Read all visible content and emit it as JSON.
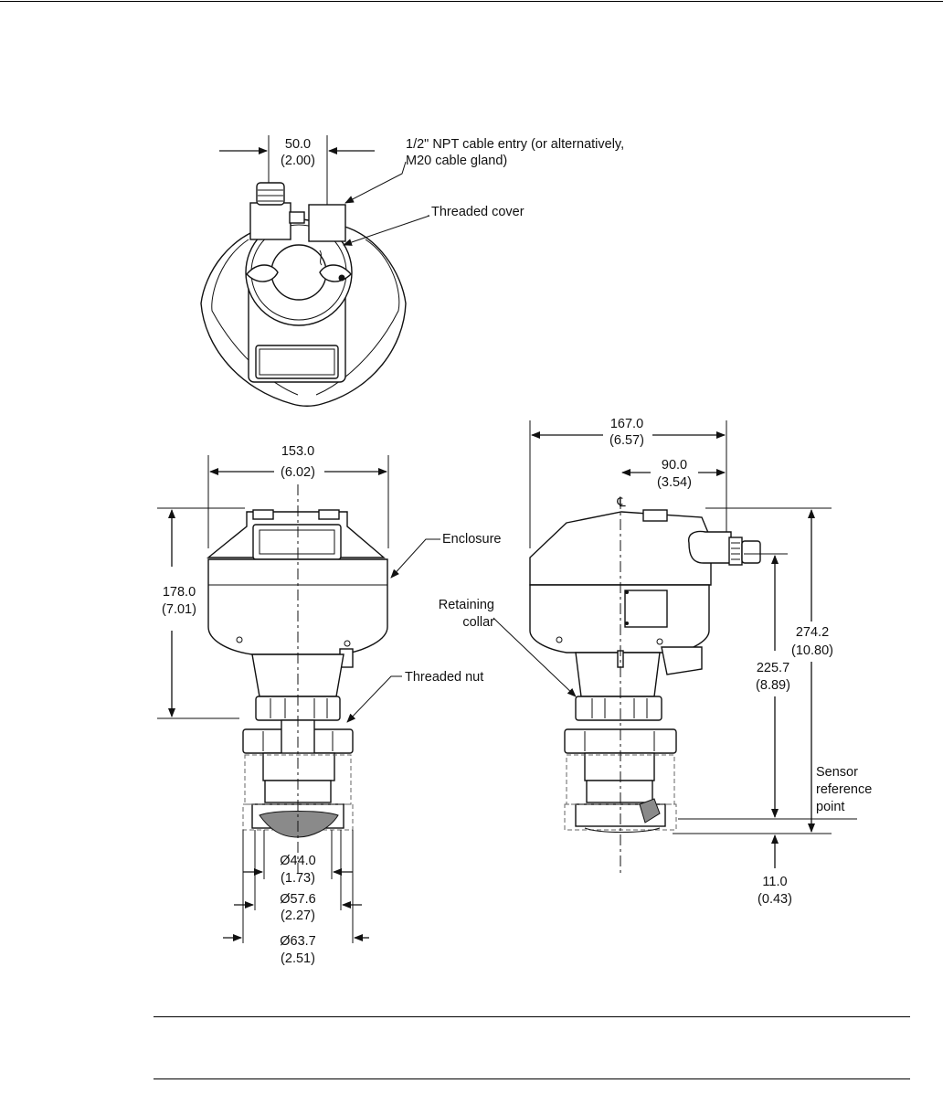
{
  "top_view": {
    "width_dim": "50.0",
    "width_dim_in": "(2.00)",
    "cable_entry_line1": "1/2\" NPT cable entry (or alternatively,",
    "cable_entry_line2": "M20 cable gland)",
    "threaded_cover": "Threaded cover"
  },
  "front_view": {
    "width_dim": "153.0",
    "width_dim_in": "(6.02)",
    "height_dim": "178.0",
    "height_dim_in": "(7.01)",
    "enclosure": "Enclosure",
    "threaded_nut": "Threaded nut",
    "dia1": "Ø44.0",
    "dia1_in": "(1.73)",
    "dia2": "Ø57.6",
    "dia2_in": "(2.27)",
    "dia3": "Ø63.7",
    "dia3_in": "(2.51)"
  },
  "side_view": {
    "width_dim": "167.0",
    "width_dim_in": "(6.57)",
    "offset_dim": "90.0",
    "offset_dim_in": "(3.54)",
    "centerline": "℄",
    "retaining_line1": "Retaining",
    "retaining_line2": "collar",
    "total_height": "274.2",
    "total_height_in": "(10.80)",
    "ref_height": "225.7",
    "ref_height_in": "(8.89)",
    "sensor_line1": "Sensor",
    "sensor_line2": "reference",
    "sensor_line3": "point",
    "bottom_dim": "11.0",
    "bottom_dim_in": "(0.43)"
  }
}
